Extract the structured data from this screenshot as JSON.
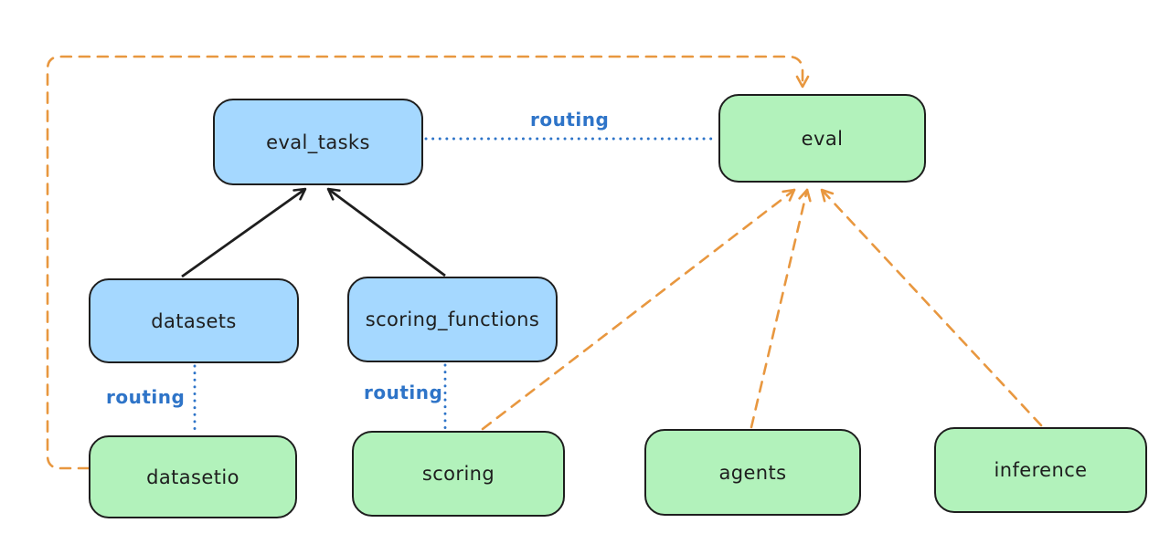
{
  "nodes": {
    "eval_tasks": {
      "label": "eval_tasks",
      "fill": "blue"
    },
    "eval": {
      "label": "eval",
      "fill": "green"
    },
    "datasets": {
      "label": "datasets",
      "fill": "blue"
    },
    "scoring_functions": {
      "label": "scoring_functions",
      "fill": "blue"
    },
    "datasetio": {
      "label": "datasetio",
      "fill": "green"
    },
    "scoring": {
      "label": "scoring",
      "fill": "green"
    },
    "agents": {
      "label": "agents",
      "fill": "green"
    },
    "inference": {
      "label": "inference",
      "fill": "green"
    }
  },
  "edge_labels": {
    "eval_tasks_to_eval": "routing",
    "datasets_to_datasetio": "routing",
    "scoring_functions_to_scoring": "routing"
  },
  "edges": [
    {
      "from": "datasets",
      "to": "eval_tasks",
      "style": "solid-black-arrow"
    },
    {
      "from": "scoring_functions",
      "to": "eval_tasks",
      "style": "solid-black-arrow"
    },
    {
      "from": "eval_tasks",
      "to": "eval",
      "style": "dotted-blue",
      "label": "routing"
    },
    {
      "from": "datasets",
      "to": "datasetio",
      "style": "dotted-blue",
      "label": "routing"
    },
    {
      "from": "scoring_functions",
      "to": "scoring",
      "style": "dotted-blue",
      "label": "routing"
    },
    {
      "from": "datasetio",
      "to": "eval",
      "style": "dashed-orange-arrow"
    },
    {
      "from": "scoring",
      "to": "eval",
      "style": "dashed-orange-arrow"
    },
    {
      "from": "agents",
      "to": "eval",
      "style": "dashed-orange-arrow"
    },
    {
      "from": "inference",
      "to": "eval",
      "style": "dashed-orange-arrow"
    }
  ],
  "colors": {
    "background": "#ffffff",
    "node-stroke": "#1e1e1e",
    "text": "#1e1e1e",
    "blue-fill": "#a5d8ff",
    "green-fill": "#b2f2bb",
    "black-edge": "#1e1e1e",
    "orange-edge": "#e8973f",
    "blue-edge": "#2e74c8"
  }
}
